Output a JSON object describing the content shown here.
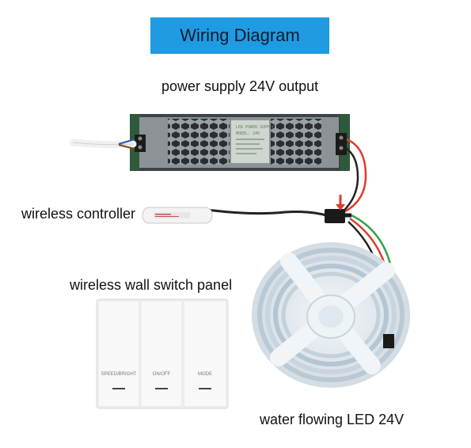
{
  "title": "Wiring Diagram",
  "labels": {
    "power_supply": "power supply 24V output",
    "controller": "wireless controller",
    "wall_panel": "wireless wall switch panel",
    "led_strip": "water flowing LED 24V"
  },
  "psu_label": {
    "line1": "LED POWER SUPPLY",
    "line2": "MODEL: 24V"
  },
  "switch_buttons": [
    "SPEED/BRIGHT",
    "ON/OFF",
    "MODE"
  ],
  "colors": {
    "title_bg": "#1e9be3",
    "wire_red": "#e03a2e",
    "wire_green": "#36a04a",
    "wire_black": "#222222",
    "psu_body": "#8c9296",
    "led_white": "#e8eef2"
  },
  "icons": [
    "arrow-down-icon"
  ]
}
